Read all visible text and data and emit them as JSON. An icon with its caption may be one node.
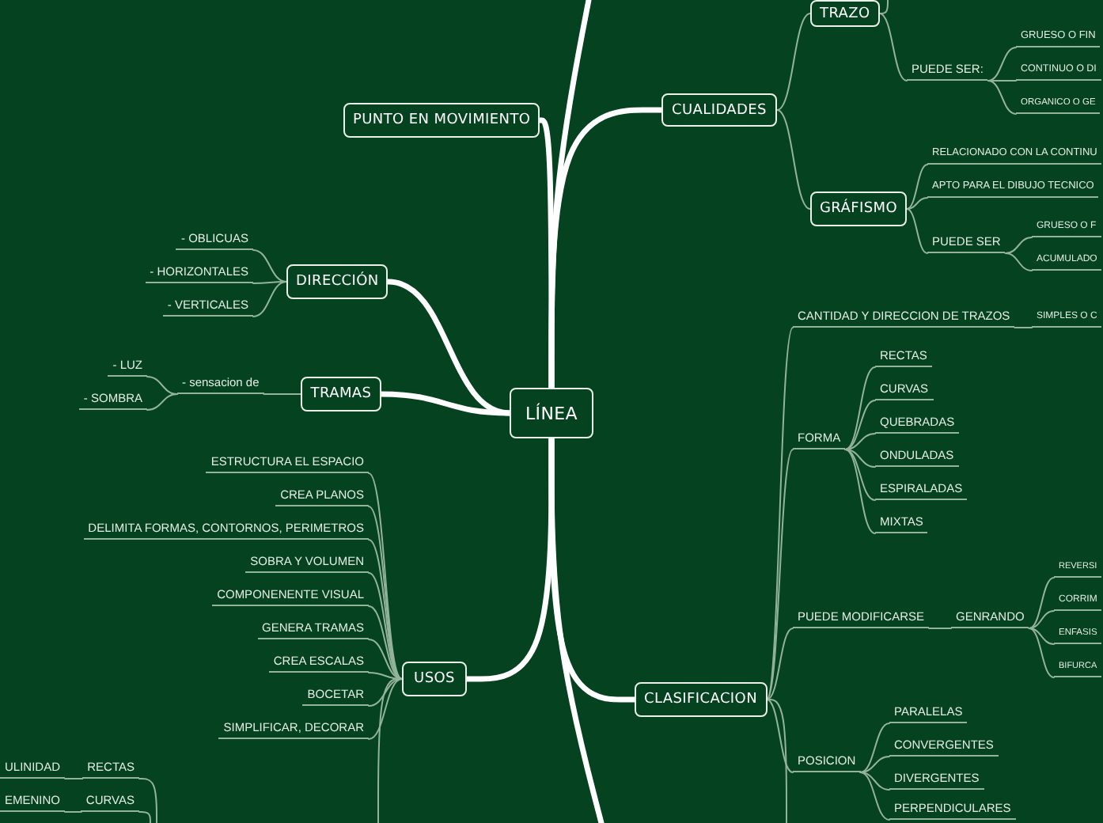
{
  "diagram": {
    "nodes": [
      {
        "text": [
          "LÍNEA"
        ]
      },
      {
        "text": [
          "PUNTO EN MOVIMIENTO"
        ]
      },
      {
        "text": [
          "DIRECCIÓN"
        ]
      },
      {
        "text": [
          "- OBLICUAS"
        ]
      },
      {
        "text": [
          "- HORIZONTALES"
        ]
      },
      {
        "text": [
          "- VERTICALES"
        ]
      },
      {
        "text": [
          "TRAMAS"
        ]
      },
      {
        "text": [
          "- sensacion de"
        ]
      },
      {
        "text": [
          "- LUZ"
        ]
      },
      {
        "text": [
          "- SOMBRA"
        ]
      },
      {
        "text": [
          "USOS"
        ]
      },
      {
        "text": [
          "ESTRUCTURA EL ESPACIO"
        ]
      },
      {
        "text": [
          "CREA PLANOS"
        ]
      },
      {
        "text": [
          "DELIMITA FORMAS, CONTORNOS, PERIMETROS"
        ]
      },
      {
        "text": [
          "SOBRA Y VOLUMEN"
        ]
      },
      {
        "text": [
          "COMPONENENTE VISUAL"
        ]
      },
      {
        "text": [
          "GENERA TRAMAS"
        ]
      },
      {
        "text": [
          "CREA ESCALAS"
        ]
      },
      {
        "text": [
          "BOCETAR"
        ]
      },
      {
        "text": [
          "SIMPLIFICAR, DECORAR"
        ]
      },
      {
        "text": [
          "ULINIDAD"
        ]
      },
      {
        "text": [
          "RECTAS"
        ]
      },
      {
        "text": [
          "EMENINO"
        ]
      },
      {
        "text": [
          "CURVAS"
        ]
      },
      {
        "text": [
          "CUALIDADES"
        ]
      },
      {
        "text": [
          "TRAZO"
        ]
      },
      {
        "text": [
          "PUEDE SER:"
        ]
      },
      {
        "text": [
          "GRUESO O FIN"
        ]
      },
      {
        "text": [
          "CONTINUO O DI"
        ]
      },
      {
        "text": [
          "ORGANICO O GE"
        ]
      },
      {
        "text": [
          "GRÁFISMO"
        ]
      },
      {
        "text": [
          "RELACIONADO CON LA CONTINU"
        ]
      },
      {
        "text": [
          "APTO PARA EL DIBUJO TECNICO"
        ]
      },
      {
        "text": [
          "PUEDE SER"
        ]
      },
      {
        "text": [
          "GRUESO O F"
        ]
      },
      {
        "text": [
          "ACUMULADO"
        ]
      },
      {
        "text": [
          "CLASIFICACION"
        ]
      },
      {
        "text": [
          "CANTIDAD Y DIRECCION DE TRAZOS"
        ]
      },
      {
        "text": [
          "SIMPLES O C"
        ]
      },
      {
        "text": [
          "FORMA"
        ]
      },
      {
        "text": [
          "RECTAS"
        ]
      },
      {
        "text": [
          "CURVAS"
        ]
      },
      {
        "text": [
          "QUEBRADAS"
        ]
      },
      {
        "text": [
          "ONDULADAS"
        ]
      },
      {
        "text": [
          "ESPIRALADAS"
        ]
      },
      {
        "text": [
          "MIXTAS"
        ]
      },
      {
        "text": [
          "PUEDE MODIFICARSE"
        ]
      },
      {
        "text": [
          "GENRANDO"
        ]
      },
      {
        "text": [
          "REVERSI"
        ]
      },
      {
        "text": [
          "CORRIM"
        ]
      },
      {
        "text": [
          "ENFASIS"
        ]
      },
      {
        "text": [
          "BIFURCA"
        ]
      },
      {
        "text": [
          "POSICION"
        ]
      },
      {
        "text": [
          "PARALELAS"
        ]
      },
      {
        "text": [
          "CONVERGENTES"
        ]
      },
      {
        "text": [
          "DIVERGENTES"
        ]
      },
      {
        "text": [
          "PERPENDICULARES"
        ]
      }
    ],
    "edges": [
      {
        "from": 0,
        "to": 1,
        "arrow": "none",
        "style": "thick",
        "color": "#ffffff"
      },
      {
        "from": 0,
        "to": 2,
        "arrow": "none",
        "style": "thick",
        "color": "#ffffff"
      },
      {
        "from": 0,
        "to": 6,
        "arrow": "none",
        "style": "thick",
        "color": "#ffffff"
      },
      {
        "from": 0,
        "to": 10,
        "arrow": "none",
        "style": "thick",
        "color": "#ffffff"
      },
      {
        "from": 0,
        "to": 24,
        "arrow": "none",
        "style": "thick",
        "color": "#ffffff"
      },
      {
        "from": 0,
        "to": 36,
        "arrow": "none",
        "style": "thick",
        "color": "#ffffff"
      },
      {
        "from": 0,
        "to": null,
        "arrow": "none",
        "style": "thick",
        "color": "#ffffff"
      },
      {
        "from": 0,
        "to": null,
        "arrow": "none",
        "style": "thick",
        "color": "#ffffff"
      },
      {
        "from": 2,
        "to": 3,
        "arrow": "none"
      },
      {
        "from": 2,
        "to": 4,
        "arrow": "none"
      },
      {
        "from": 2,
        "to": 5,
        "arrow": "none"
      },
      {
        "from": 6,
        "to": 7,
        "arrow": "none"
      },
      {
        "from": 7,
        "to": 8,
        "arrow": "none"
      },
      {
        "from": 7,
        "to": 9,
        "arrow": "none"
      },
      {
        "from": 10,
        "to": 11,
        "arrow": "none"
      },
      {
        "from": 10,
        "to": 12,
        "arrow": "none"
      },
      {
        "from": 10,
        "to": 13,
        "arrow": "none"
      },
      {
        "from": 10,
        "to": 14,
        "arrow": "none"
      },
      {
        "from": 10,
        "to": 15,
        "arrow": "none"
      },
      {
        "from": 10,
        "to": 16,
        "arrow": "none"
      },
      {
        "from": 10,
        "to": 17,
        "arrow": "none"
      },
      {
        "from": 10,
        "to": 18,
        "arrow": "none"
      },
      {
        "from": 10,
        "to": 19,
        "arrow": "none"
      },
      {
        "from": 10,
        "to": null,
        "arrow": "none"
      },
      {
        "from": null,
        "to": 21,
        "arrow": "none"
      },
      {
        "from": null,
        "to": 23,
        "arrow": "none"
      },
      {
        "from": 21,
        "to": 20,
        "arrow": "none"
      },
      {
        "from": 23,
        "to": 22,
        "arrow": "none"
      },
      {
        "from": 24,
        "to": 25,
        "arrow": "none"
      },
      {
        "from": 24,
        "to": 30,
        "arrow": "none"
      },
      {
        "from": 25,
        "to": null,
        "arrow": "none"
      },
      {
        "from": 25,
        "to": 26,
        "arrow": "none"
      },
      {
        "from": 26,
        "to": 27,
        "arrow": "none"
      },
      {
        "from": 26,
        "to": 28,
        "arrow": "none"
      },
      {
        "from": 26,
        "to": 29,
        "arrow": "none"
      },
      {
        "from": 30,
        "to": 31,
        "arrow": "none"
      },
      {
        "from": 30,
        "to": 32,
        "arrow": "none"
      },
      {
        "from": 30,
        "to": 33,
        "arrow": "none"
      },
      {
        "from": 33,
        "to": 34,
        "arrow": "none"
      },
      {
        "from": 33,
        "to": 35,
        "arrow": "none"
      },
      {
        "from": 36,
        "to": 37,
        "arrow": "none"
      },
      {
        "from": 36,
        "to": 39,
        "arrow": "none"
      },
      {
        "from": 36,
        "to": 46,
        "arrow": "none"
      },
      {
        "from": 36,
        "to": 52,
        "arrow": "none"
      },
      {
        "from": 36,
        "to": null,
        "arrow": "none"
      },
      {
        "from": 37,
        "to": 38,
        "arrow": "none"
      },
      {
        "from": 39,
        "to": 40,
        "arrow": "none"
      },
      {
        "from": 39,
        "to": 41,
        "arrow": "none"
      },
      {
        "from": 39,
        "to": 42,
        "arrow": "none"
      },
      {
        "from": 39,
        "to": 43,
        "arrow": "none"
      },
      {
        "from": 39,
        "to": 44,
        "arrow": "none"
      },
      {
        "from": 39,
        "to": 45,
        "arrow": "none"
      },
      {
        "from": 46,
        "to": 47,
        "arrow": "none"
      },
      {
        "from": 47,
        "to": 48,
        "arrow": "none"
      },
      {
        "from": 47,
        "to": 49,
        "arrow": "none"
      },
      {
        "from": 47,
        "to": 50,
        "arrow": "none"
      },
      {
        "from": 47,
        "to": 51,
        "arrow": "none"
      },
      {
        "from": 52,
        "to": 53,
        "arrow": "none"
      },
      {
        "from": 52,
        "to": 54,
        "arrow": "none"
      },
      {
        "from": 52,
        "to": 55,
        "arrow": "none"
      },
      {
        "from": 52,
        "to": 56,
        "arrow": "none"
      }
    ]
  }
}
